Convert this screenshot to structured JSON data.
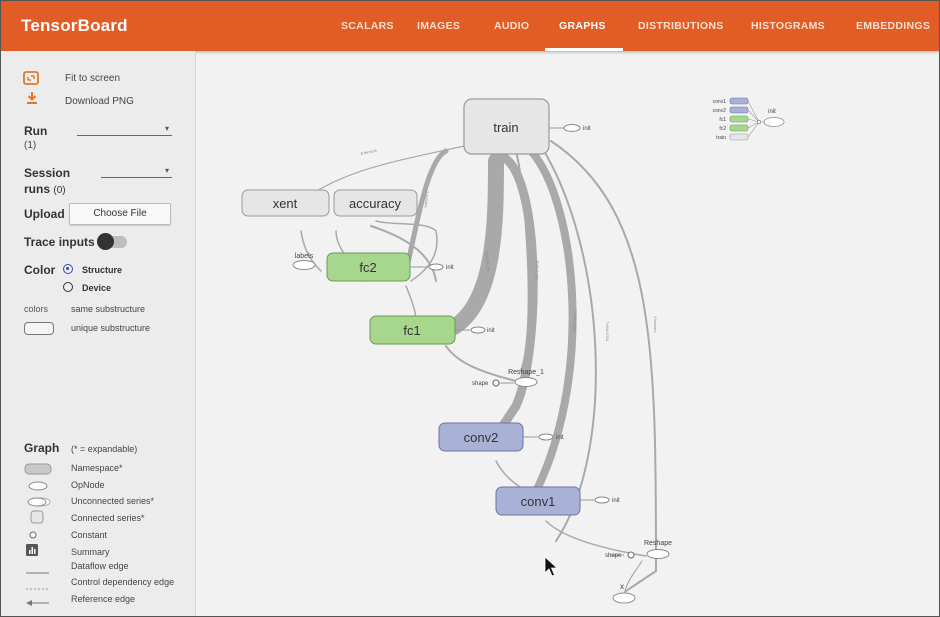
{
  "app": {
    "title": "TensorBoard"
  },
  "nav": {
    "tabs": [
      {
        "label": "SCALARS"
      },
      {
        "label": "IMAGES"
      },
      {
        "label": "AUDIO"
      },
      {
        "label": "GRAPHS"
      },
      {
        "label": "DISTRIBUTIONS"
      },
      {
        "label": "HISTOGRAMS"
      },
      {
        "label": "EMBEDDINGS"
      }
    ],
    "active": "GRAPHS"
  },
  "sidebar": {
    "fit_label": "Fit to screen",
    "download_label": "Download PNG",
    "run_label": "Run",
    "run_count": "(1)",
    "session_label": "Session",
    "session_label2": "runs",
    "session_count": "(0)",
    "upload_label": "Upload",
    "choose_file": "Choose File",
    "trace_label": "Trace inputs",
    "color_label": "Color",
    "color_options": [
      "Structure",
      "Device"
    ],
    "colors_label": "colors",
    "same_sub": "same substructure",
    "unique_sub": "unique substructure",
    "graph_label": "Graph",
    "expandable": "(* = expandable)",
    "legend": [
      "Namespace*",
      "OpNode",
      "Unconnected series*",
      "Connected series*",
      "Constant",
      "Summary",
      "Dataflow edge",
      "Control dependency edge",
      "Reference edge"
    ]
  },
  "graph": {
    "nodes": {
      "train": "train",
      "xent": "xent",
      "accuracy": "accuracy",
      "fc2": "fc2",
      "fc1": "fc1",
      "conv2": "conv2",
      "conv1": "conv1",
      "labels": "labels",
      "reshape1": "Reshape_1",
      "reshape": "Reshape",
      "x": "x",
      "shape": "shape",
      "init": "init"
    },
    "minimap_items": [
      "conv1",
      "conv2",
      "fc1",
      "fc2",
      "train"
    ],
    "minimap_init": "init",
    "colors": {
      "train": "#e6e6e6",
      "fc": "#a6d78d",
      "conv": "#a9b2d6",
      "edge": "#a9a9a9",
      "accent": "#e25c25"
    }
  }
}
